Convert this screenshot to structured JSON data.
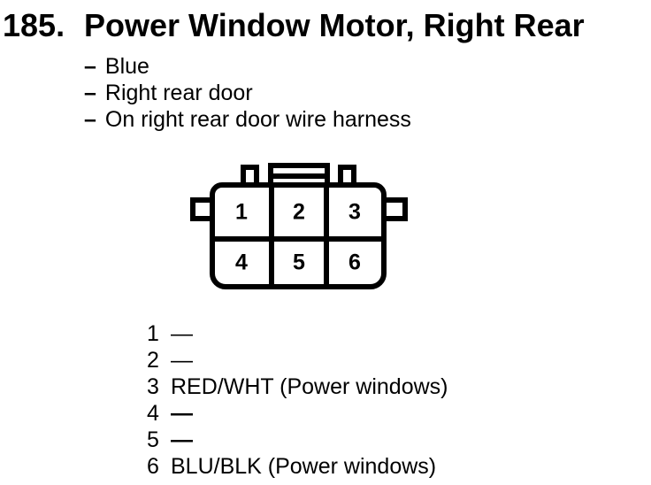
{
  "colors": {
    "ink": "#000000",
    "paper": "#ffffff"
  },
  "header": {
    "index": "185.",
    "title": "Power Window Motor, Right Rear"
  },
  "notes": {
    "bullet": "–",
    "items": [
      "Blue",
      "Right rear door",
      "On right rear door wire harness"
    ]
  },
  "connector": {
    "cells": {
      "r1": [
        "1",
        "2",
        "3"
      ],
      "r2": [
        "4",
        "5",
        "6"
      ]
    }
  },
  "pinout": {
    "rows": [
      {
        "pin": "1",
        "wire": "—"
      },
      {
        "pin": "2",
        "wire": "—"
      },
      {
        "pin": "3",
        "wire": "RED/WHT (Power windows)"
      },
      {
        "pin": "4",
        "wire": "—"
      },
      {
        "pin": "5",
        "wire": "—"
      },
      {
        "pin": "6",
        "wire": "BLU/BLK (Power windows)"
      }
    ]
  }
}
